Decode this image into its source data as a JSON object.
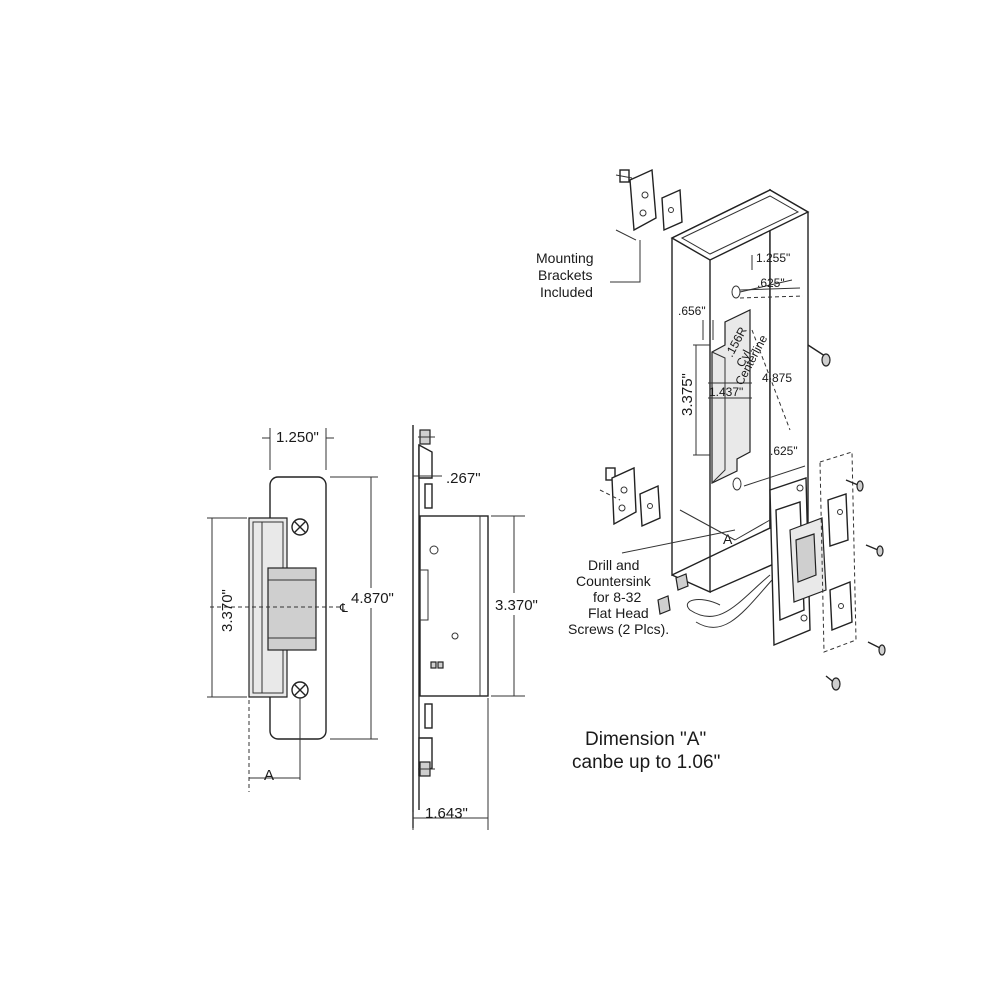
{
  "dimensions": {
    "front_width": "1.250\"",
    "front_height": "3.370\"",
    "front_length": "4.870\"",
    "front_a": "A",
    "side_offset": ".267\"",
    "side_height": "3.370\"",
    "side_depth": "1.643\"",
    "frame_1255": "1.255\"",
    "frame_625_top": ".625\"",
    "frame_656": ".656\"",
    "frame_156": ".156R",
    "frame_cyl": "Cyl.",
    "frame_centerline": "Centerline",
    "frame_3375": "3.375\"",
    "frame_1437": "1.437\"",
    "frame_4875": "4.875",
    "frame_625_bottom": ".625\"",
    "frame_a": "A"
  },
  "labels": {
    "mounting_line1": "Mounting",
    "mounting_line2": "Brackets",
    "mounting_line3": "Included",
    "drill_line1": "Drill and",
    "drill_line2": "Countersink",
    "drill_line3": "for 8-32",
    "drill_line4": "Flat Head",
    "drill_line5": "Screws (2 Plcs).",
    "note_line1": "Dimension \"A\"",
    "note_line2": "canbe up to 1.06\""
  }
}
